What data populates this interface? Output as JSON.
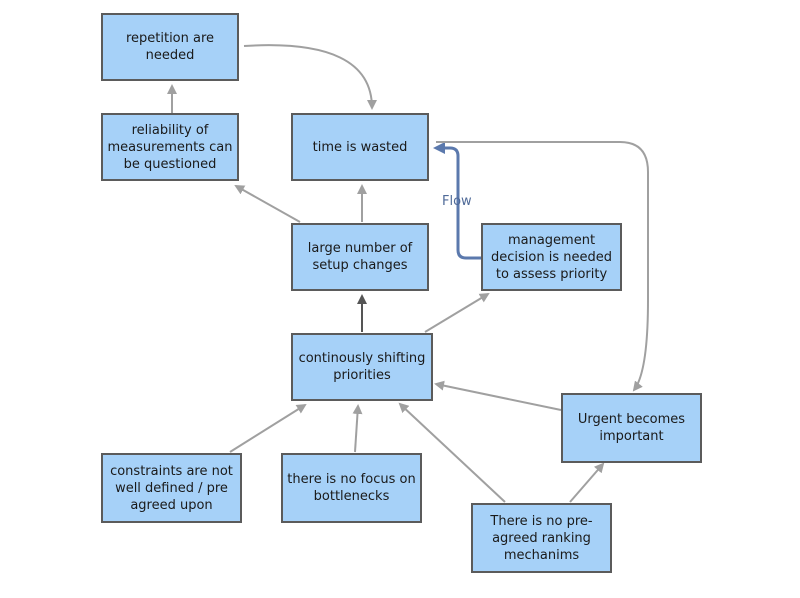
{
  "nodes": {
    "repetition": "repetition are needed",
    "reliability": "reliability  of measurements can be questioned",
    "time_wasted": "time is wasted",
    "setup_changes": "large number of setup changes",
    "management": "management decision is needed to assess priority",
    "shifting": "continously shifting priorities",
    "urgent": "Urgent becomes important",
    "constraints": "constraints are not well defined / pre agreed upon",
    "no_focus": "there is no focus on bottlenecks",
    "no_ranking": "There is no pre-agreed ranking mechanims"
  },
  "edges": [
    {
      "from": "reliability",
      "to": "repetition"
    },
    {
      "from": "repetition",
      "to": "time_wasted"
    },
    {
      "from": "setup_changes",
      "to": "reliability"
    },
    {
      "from": "setup_changes",
      "to": "time_wasted"
    },
    {
      "from": "shifting",
      "to": "setup_changes"
    },
    {
      "from": "shifting",
      "to": "management"
    },
    {
      "from": "management",
      "to": "time_wasted",
      "label": "Flow"
    },
    {
      "from": "time_wasted",
      "to": "urgent"
    },
    {
      "from": "urgent",
      "to": "shifting"
    },
    {
      "from": "constraints",
      "to": "shifting"
    },
    {
      "from": "no_focus",
      "to": "shifting"
    },
    {
      "from": "no_ranking",
      "to": "shifting"
    },
    {
      "from": "no_ranking",
      "to": "urgent"
    }
  ],
  "flow_label": "Flow",
  "colors": {
    "node_fill": "#a6d1f8",
    "node_border": "#5b5b5b",
    "edge": "#a0a0a0",
    "edge_dark": "#555555",
    "flow": "#5b79ad"
  }
}
